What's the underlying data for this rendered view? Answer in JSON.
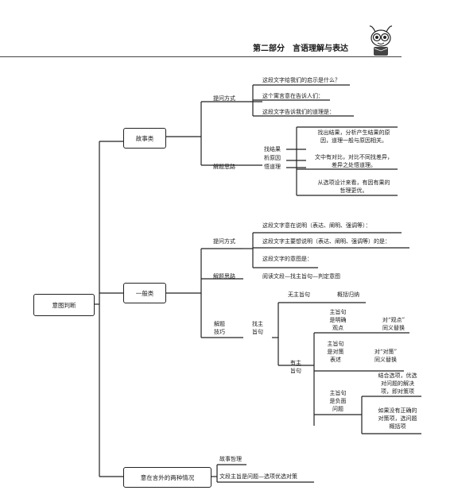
{
  "header": {
    "title": "第二部分　言语理解与表达"
  },
  "root": "意图判断",
  "story": {
    "label": "故事类",
    "ask_label": "提问方式",
    "ask_items": [
      "这段文字给我们的启示是什么？",
      "这个寓言意在告诉人们：",
      "这段文字告诉我们的道理是："
    ],
    "solve_label": "解题思路",
    "steps": [
      "找结果",
      "析原因",
      "悟道理"
    ],
    "tips": [
      [
        "找出结果，分析产生结果的原",
        "因，道理一般与原因相关。"
      ],
      [
        "文中有对比，对比不同找差异，",
        "差异之处悟道理。"
      ],
      [
        "从选项设计来看，有因有果的",
        "哲理更优。"
      ]
    ]
  },
  "general": {
    "label": "一般类",
    "ask_label": "提问方式",
    "ask_items": [
      "这段文字意在说明（表达、阐明、强调等）：",
      "这段文字主要想说明（表达、阐明、强调等）的是：",
      "这段文字的意图是："
    ],
    "solve_label": "解题思路",
    "solve_flow": "阅读文段—找主旨句—判定意图",
    "skill_label": [
      "解题",
      "技巧"
    ],
    "find_label": [
      "找主",
      "旨句"
    ],
    "no_topic": "无主旨句",
    "no_topic_action": "概括归纳",
    "has_topic": [
      "有主",
      "旨句"
    ],
    "branches": [
      {
        "cond": [
          "主旨句",
          "是明确",
          "观点"
        ],
        "action": [
          "对“观点”",
          "同义替换"
        ]
      },
      {
        "cond": [
          "主旨句",
          "是对策",
          "表述"
        ],
        "action": [
          "对“对策”",
          "同义替换"
        ]
      },
      {
        "cond": [
          "主旨句",
          "是负面",
          "问题"
        ],
        "action_a": [
          "结合选项，优选",
          "对问题的解决",
          "项，即对策项"
        ],
        "action_b": [
          "如果没有正确的",
          "对策项，选问题",
          "概括项"
        ]
      }
    ]
  },
  "implied": {
    "label": "意在言外的两种情况",
    "items": [
      "故事哲理",
      "文段主旨是问题—选项优选对策"
    ]
  }
}
